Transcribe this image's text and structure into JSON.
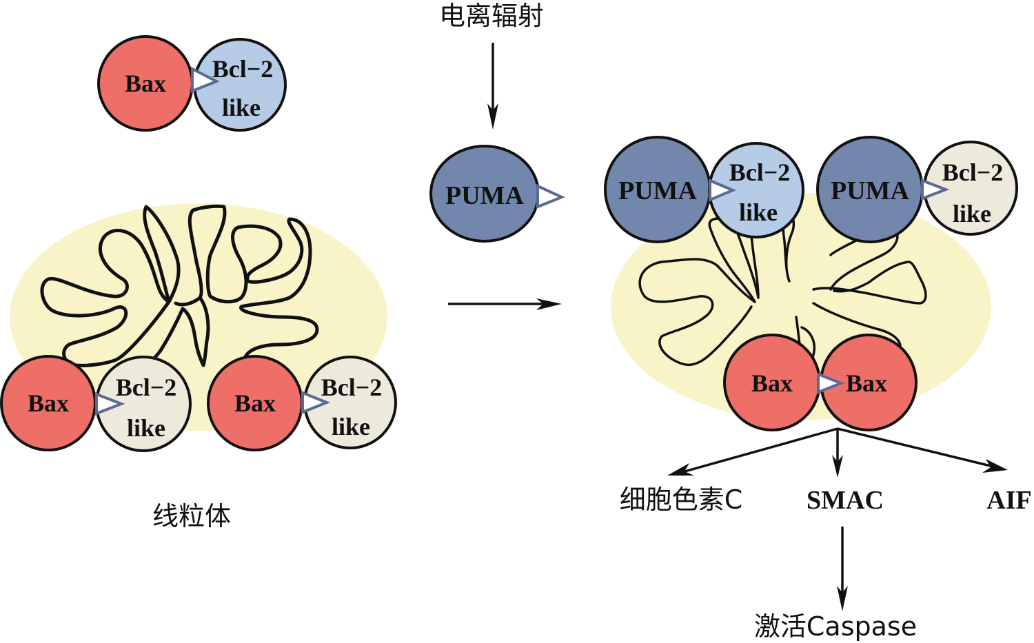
{
  "colors": {
    "bax": "#ee6e68",
    "bcl2_blue": "#b6cbe6",
    "bcl2_beige": "#ede9db",
    "puma": "#7387ad",
    "mitochondrion": "#f8f4c8",
    "notch_stroke": "#5b6a95"
  },
  "labels": {
    "ionizing_radiation": "电离辐射",
    "mitochondrion": "线粒体",
    "bax": "Bax",
    "bcl2_line1": "Bcl−2",
    "bcl2_line2": "like",
    "puma": "PUMA",
    "cytochrome_c": "细胞色素C",
    "smac": "SMAC",
    "aif": "AIF",
    "activate_caspase": "激活Caspase"
  }
}
